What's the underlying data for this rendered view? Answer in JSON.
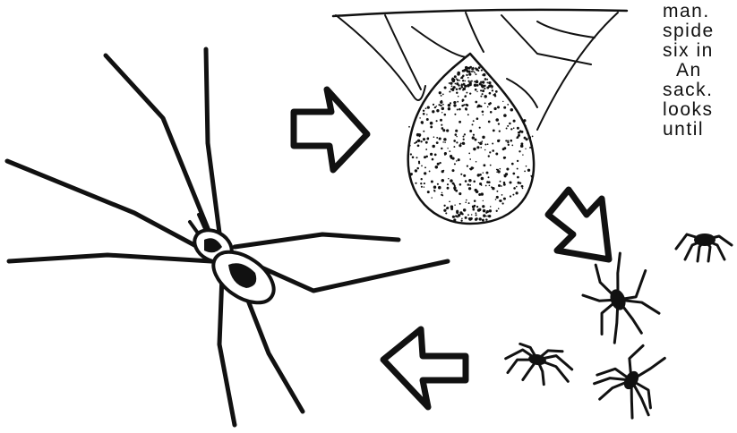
{
  "text_fragments": [
    "man.",
    "spide",
    "six in",
    "An",
    "sack.",
    "looks",
    "until"
  ]
}
